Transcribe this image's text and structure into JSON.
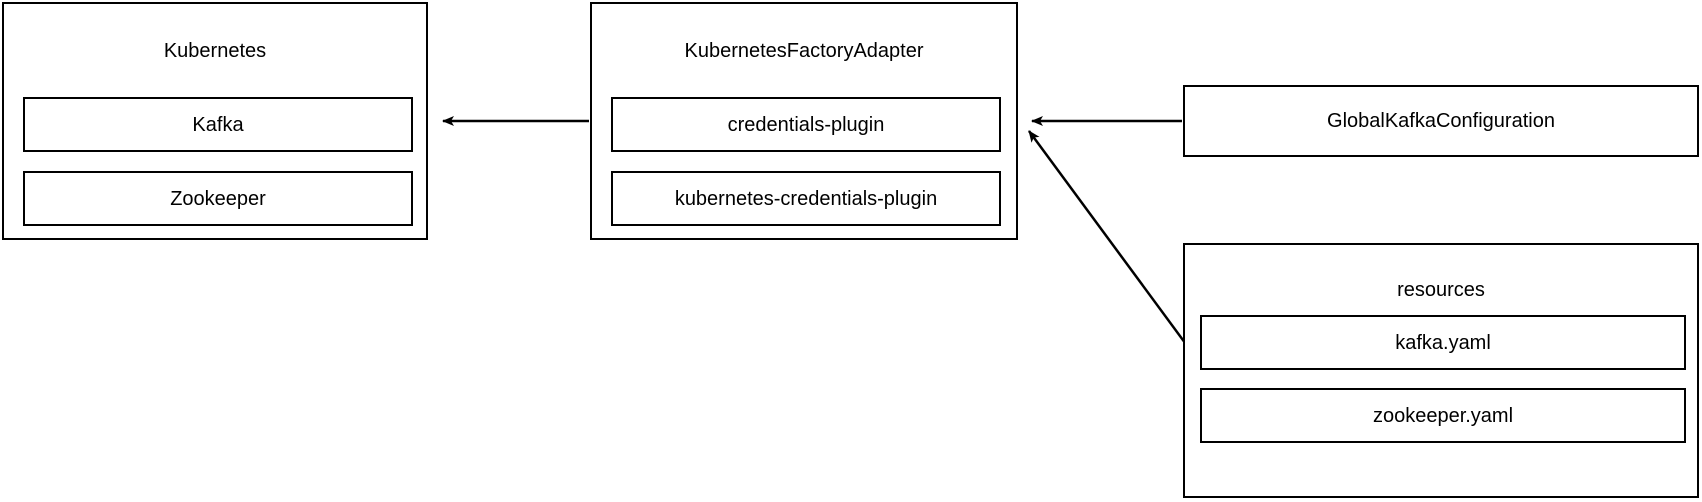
{
  "diagram": {
    "type": "component-diagram",
    "background_color": "#ffffff",
    "stroke_color": "#000000",
    "text_color": "#000000",
    "nodes": {
      "kubernetes": {
        "title": "Kubernetes",
        "children": [
          {
            "label": "Kafka"
          },
          {
            "label": "Zookeeper"
          }
        ]
      },
      "adapter": {
        "title": "KubernetesFactoryAdapter",
        "children": [
          {
            "label": "credentials-plugin"
          },
          {
            "label": "kubernetes-credentials-plugin"
          }
        ]
      },
      "global_config": {
        "title": "GlobalKafkaConfiguration"
      },
      "resources": {
        "title": "resources",
        "children": [
          {
            "label": "kafka.yaml"
          },
          {
            "label": "zookeeper.yaml"
          }
        ]
      }
    },
    "edges": [
      {
        "name": "adapter-to-kubernetes",
        "from": "adapter",
        "to": "kubernetes",
        "style": "solid",
        "arrowhead": "filled-triangle"
      },
      {
        "name": "globalconfig-to-adapter",
        "from": "global_config",
        "to": "adapter",
        "style": "solid",
        "arrowhead": "filled-triangle"
      },
      {
        "name": "resources-to-adapter",
        "from": "resources",
        "to": "adapter",
        "style": "solid",
        "arrowhead": "filled-triangle"
      }
    ]
  }
}
